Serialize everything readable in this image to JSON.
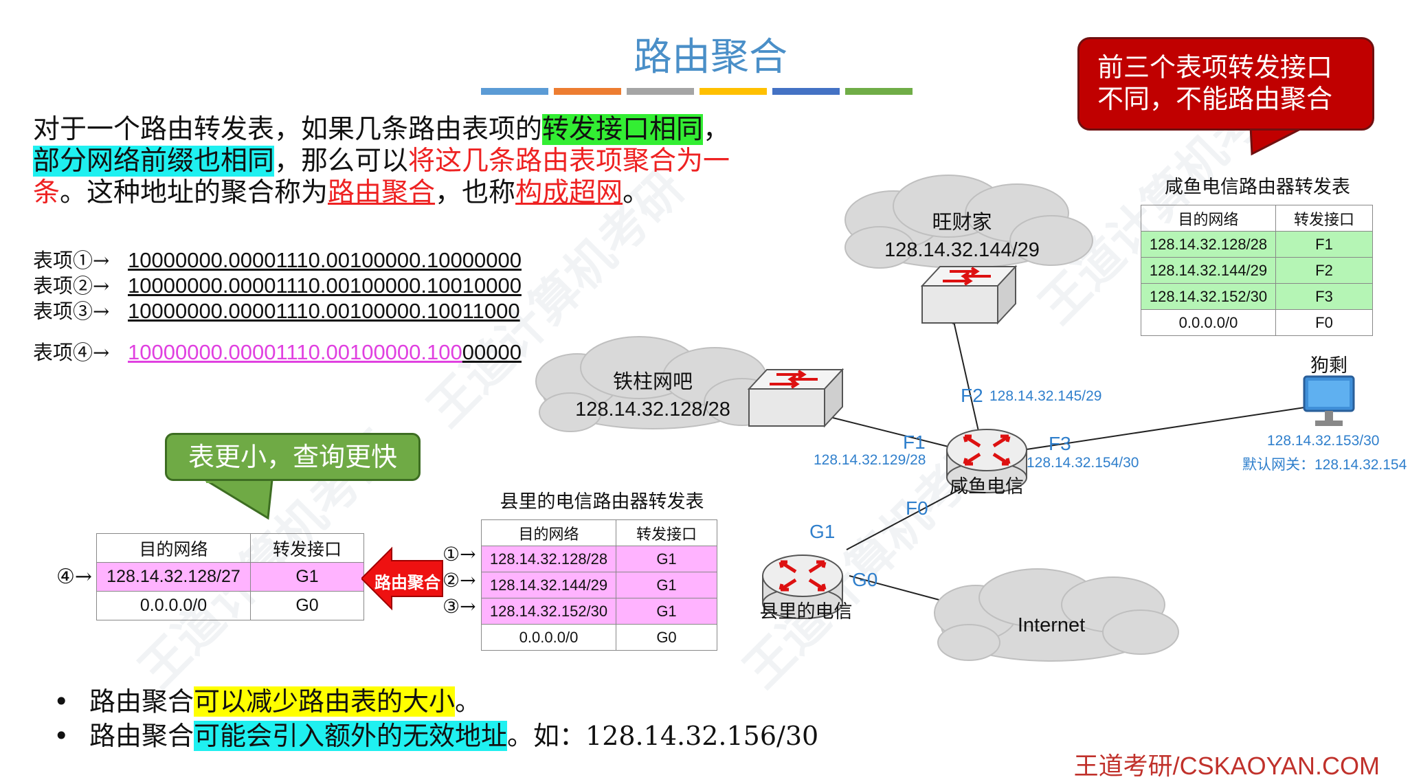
{
  "title": "路由聚合",
  "colors": {
    "bar1": "#5b9bd5",
    "bar2": "#ed7d31",
    "bar3": "#a5a5a5",
    "bar4": "#ffc000",
    "bar5": "#4472c4",
    "bar6": "#70ad47"
  },
  "intro": {
    "p1": "对于一个路由转发表，如果几条路由表项的",
    "p1_hl": "转发接口相同",
    "p1_end": "，",
    "p2_hl": "部分网络前缀也相同",
    "p2": "，那么可以",
    "p2_red": "将这几条路由表项聚合为一条",
    "p3": "。这种地址的聚合称为",
    "p3_red1": "路由聚合",
    "p3_mid": "，也称",
    "p3_red2": "构成超网",
    "p3_end": "。"
  },
  "entries": [
    {
      "label": "表项①→",
      "bits": "10000000.00001110.00100000.10000000"
    },
    {
      "label": "表项②→",
      "bits": "10000000.00001110.00100000.10010000"
    },
    {
      "label": "表项③→",
      "bits": "10000000.00001110.00100000.10011000"
    },
    {
      "label": "表项④→",
      "bits_a": "10000000.00001110.00100000.100",
      "bits_b": "00000"
    }
  ],
  "bubble_green": "表更小，查询更快",
  "bubble_red": {
    "line1": "前三个表项转发接口",
    "line2": "不同，不能路由聚合"
  },
  "table_small": {
    "headers": [
      "目的网络",
      "转发接口"
    ],
    "rows": [
      [
        "128.14.32.128/27",
        "G1"
      ],
      [
        "0.0.0.0/0",
        "G0"
      ]
    ],
    "marker": "④"
  },
  "arrow_label": "路由聚合",
  "table_county": {
    "title": "县里的电信路由器转发表",
    "headers": [
      "目的网络",
      "转发接口"
    ],
    "rows": [
      [
        "128.14.32.128/28",
        "G1"
      ],
      [
        "128.14.32.144/29",
        "G1"
      ],
      [
        "128.14.32.152/30",
        "G1"
      ],
      [
        "0.0.0.0/0",
        "G0"
      ]
    ],
    "markers": [
      "①",
      "②",
      "③"
    ]
  },
  "table_xianyu": {
    "title": "咸鱼电信路由器转发表",
    "headers": [
      "目的网络",
      "转发接口"
    ],
    "rows": [
      [
        "128.14.32.128/28",
        "F1"
      ],
      [
        "128.14.32.144/29",
        "F2"
      ],
      [
        "128.14.32.152/30",
        "F3"
      ],
      [
        "0.0.0.0/0",
        "F0"
      ]
    ]
  },
  "network": {
    "wangcaijia": {
      "name": "旺财家",
      "net": "128.14.32.144/29"
    },
    "tiezhu": {
      "name": "铁柱网吧",
      "net": "128.14.32.128/28"
    },
    "internet": "Internet",
    "xianyu_router": "咸鱼电信",
    "county_router": "县里的电信",
    "goushen": {
      "name": "狗剩",
      "ip": "128.14.32.153/30",
      "gateway": "默认网关：128.14.32.154"
    },
    "if_f1": "F1",
    "ip_f1": "128.14.32.129/28",
    "if_f2": "F2",
    "ip_f2": "128.14.32.145/29",
    "if_f3": "F3",
    "ip_f3": "128.14.32.154/30",
    "if_f0": "F0",
    "if_g1": "G1",
    "if_g0": "G0"
  },
  "bullets": [
    {
      "a": "路由聚合",
      "b": "可以减少路由表的大小",
      "c": "。"
    },
    {
      "a": "路由聚合",
      "b": "可能会引入额外的无效地址",
      "c": "。如：128.14.32.156/30"
    }
  ],
  "footer": "王道考研/CSKAOYAN.COM"
}
